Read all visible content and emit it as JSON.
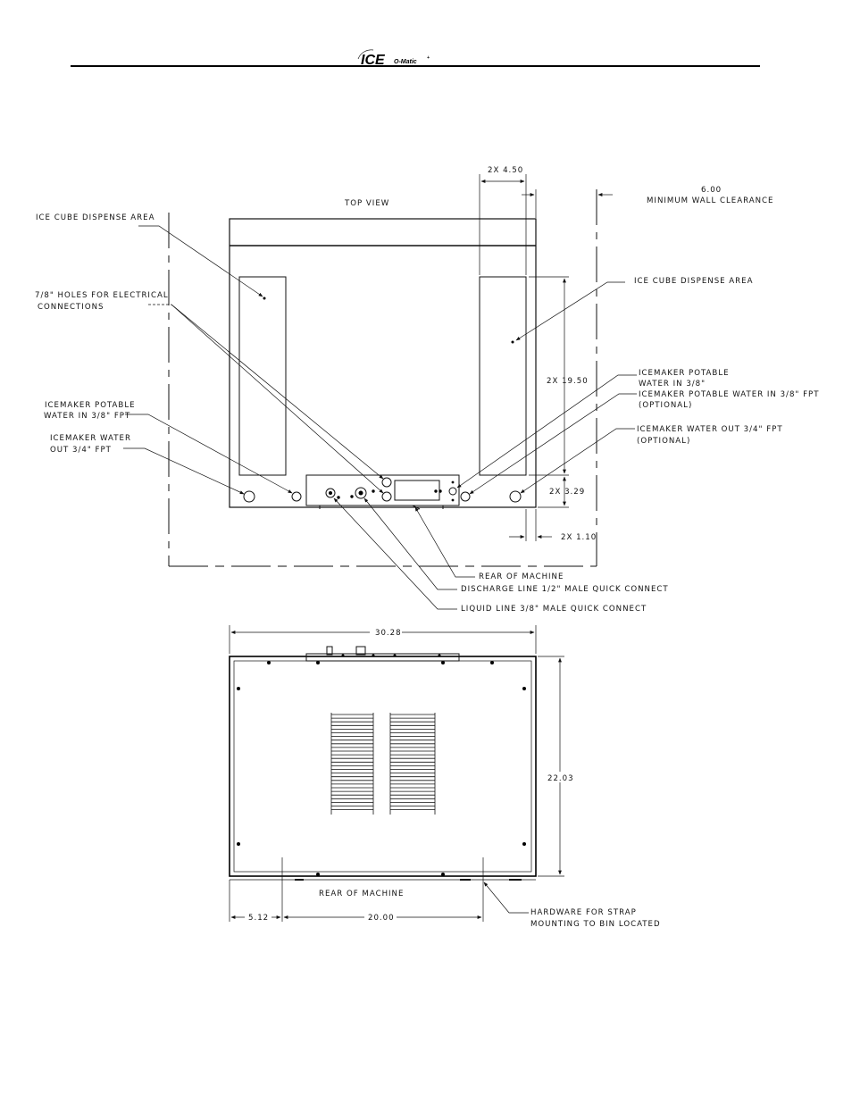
{
  "header": {
    "logo_main": "ICE",
    "logo_sub": "O-Matic",
    "logo_mark": "+"
  },
  "top_view": {
    "title": "TOP VIEW",
    "dim_width_top": "2X 4.50",
    "dim_clearance_value": "6.00",
    "dim_clearance_label": "MINIMUM WALL CLEARANCE",
    "dim_dispense_height": "2X 19.50",
    "dim_lower": "2X 3.29",
    "dim_side": "2X 1.10",
    "labels": {
      "ice_cube_left": "ICE CUBE DISPENSE AREA",
      "holes_line1": "7/8\" HOLES FOR ELECTRICAL",
      "holes_line2": "CONNECTIONS",
      "potable_left_line1": "ICEMAKER POTABLE",
      "potable_left_line2": "WATER IN 3/8\" FPT",
      "water_out_left_line1": "ICEMAKER WATER",
      "water_out_left_line2": "OUT 3/4\" FPT",
      "ice_cube_right": "ICE CUBE DISPENSE AREA",
      "potable_right_line1": "ICEMAKER POTABLE",
      "potable_right_line2": "WATER IN 3/8\"",
      "potable_opt_line1": "ICEMAKER POTABLE WATER IN 3/8\" FPT",
      "potable_opt_line2": "(OPTIONAL)",
      "water_out_right_line1": "ICEMAKER WATER OUT 3/4\" FPT",
      "water_out_right_line2": "(OPTIONAL)",
      "rear": "REAR OF MACHINE",
      "discharge": "DISCHARGE LINE 1/2\" MALE QUICK CONNECT",
      "liquid": "LIQUID LINE 3/8\" MALE QUICK CONNECT"
    }
  },
  "bottom_view": {
    "dim_width": "30.28",
    "dim_depth": "22.03",
    "dim_left": "5.12",
    "dim_center": "20.00",
    "rear": "REAR OF MACHINE",
    "hardware_line1": "HARDWARE FOR STRAP",
    "hardware_line2": "MOUNTING TO BIN LOCATED"
  }
}
